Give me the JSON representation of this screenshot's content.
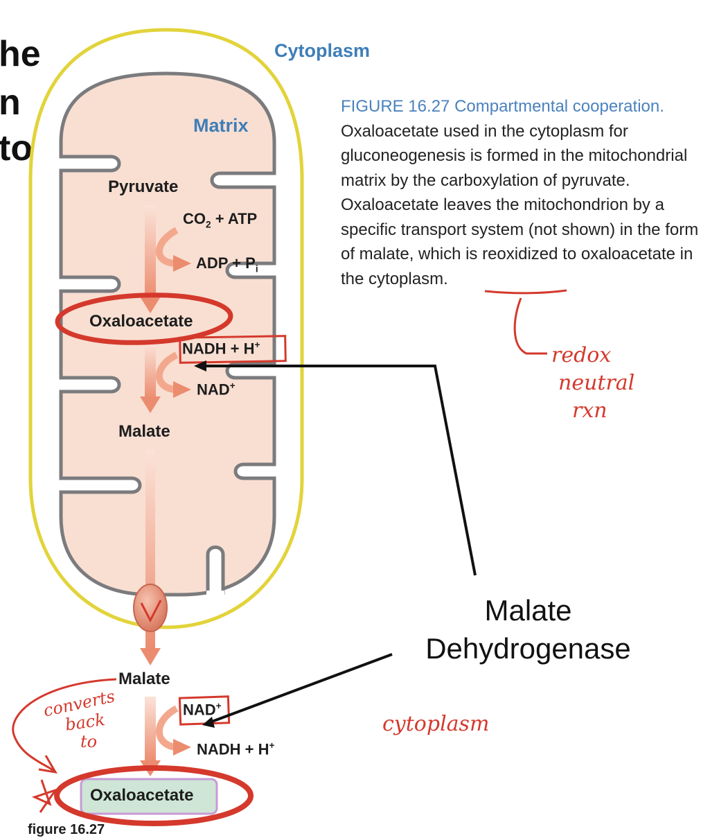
{
  "slide": {
    "frag_lines": [
      "he",
      "n",
      "to"
    ],
    "footer_partial": "figure 16.27"
  },
  "diagram": {
    "cytoplasm_label": "Cytoplasm",
    "matrix_label": "Matrix",
    "pyruvate": "Pyruvate",
    "co2_atp": {
      "pre": "CO",
      "sub": "2",
      "post": " + ATP"
    },
    "adp_pi": {
      "pre": "ADP + P",
      "sub": "i"
    },
    "oxaloacetate_matrix": "Oxaloacetate",
    "nadh_h_top": {
      "pre": "NADH + H",
      "sup": "+"
    },
    "nad_top": {
      "pre": "NAD",
      "sup": "+"
    },
    "malate_matrix": "Malate",
    "malate_cyto": "Malate",
    "nad_bottom": {
      "pre": "NAD",
      "sup": "+"
    },
    "nadh_h_bottom": {
      "pre": "NADH + H",
      "sup": "+"
    },
    "oxaloacetate_cyto": "Oxaloacetate"
  },
  "caption": {
    "head": "FIGURE 16.27  Compartmental cooperation.",
    "body_before": " Oxaloacetate used in the cytoplasm for gluconeogenesis is formed in the mitochondrial matrix by the carboxylation of pyruvate. Oxaloacetate leaves the mitochondrion by a specific transport system (not shown) in the form of malate, which is ",
    "underlined": "reoxidized",
    "body_after": " to oxaloacetate in the cytoplasm."
  },
  "annotations": {
    "redox_line1": "redox",
    "redox_line2": "neutral",
    "redox_line3": "rxn",
    "converts_line1": "converts",
    "converts_line2": "back",
    "converts_line3": "to",
    "cytoplasm_note": "cytoplasm",
    "enzyme_line1": "Malate",
    "enzyme_line2": "Dehydrogenase"
  },
  "colors": {
    "outer_membrane": "#e2d33b",
    "inner_membrane": "#7b7b7e",
    "matrix_fill": "#f8dfd2",
    "arrow": "#ec8c6f",
    "ink_red": "#d4392c",
    "caption_blue": "#4b82bd",
    "product_box": "#cfe6d6"
  }
}
